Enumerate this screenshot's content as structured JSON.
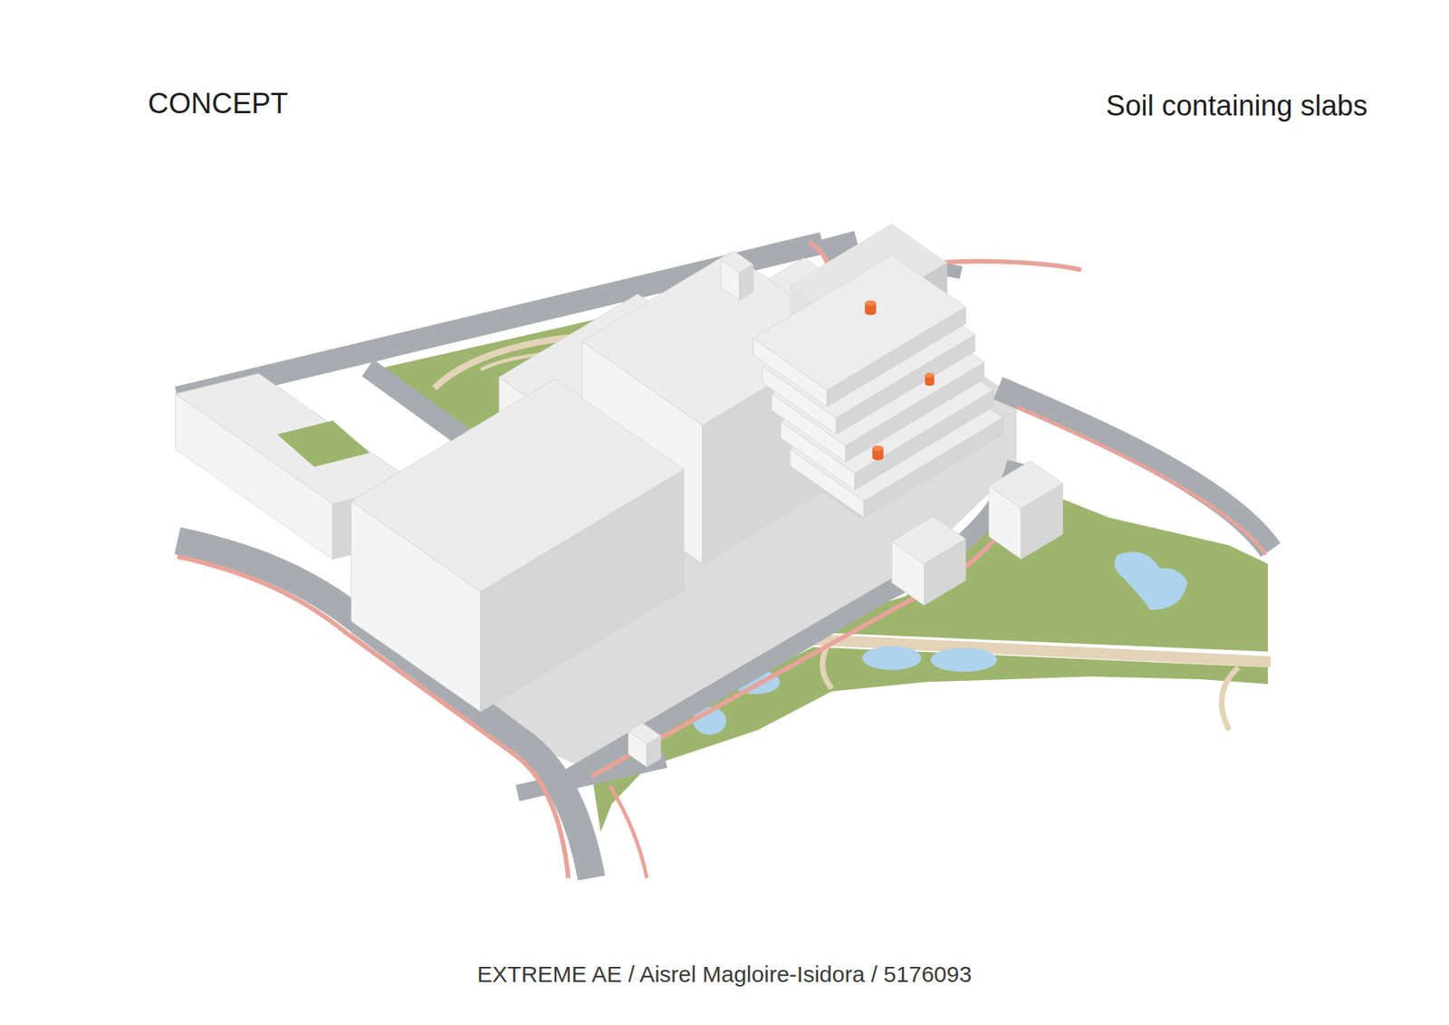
{
  "diagram": {
    "title": "CONCEPT",
    "caption": "EXTREME AE / Aisrel Magloire-Isidora / 5176093",
    "labels": [
      "Soil containing slabs"
    ]
  }
}
